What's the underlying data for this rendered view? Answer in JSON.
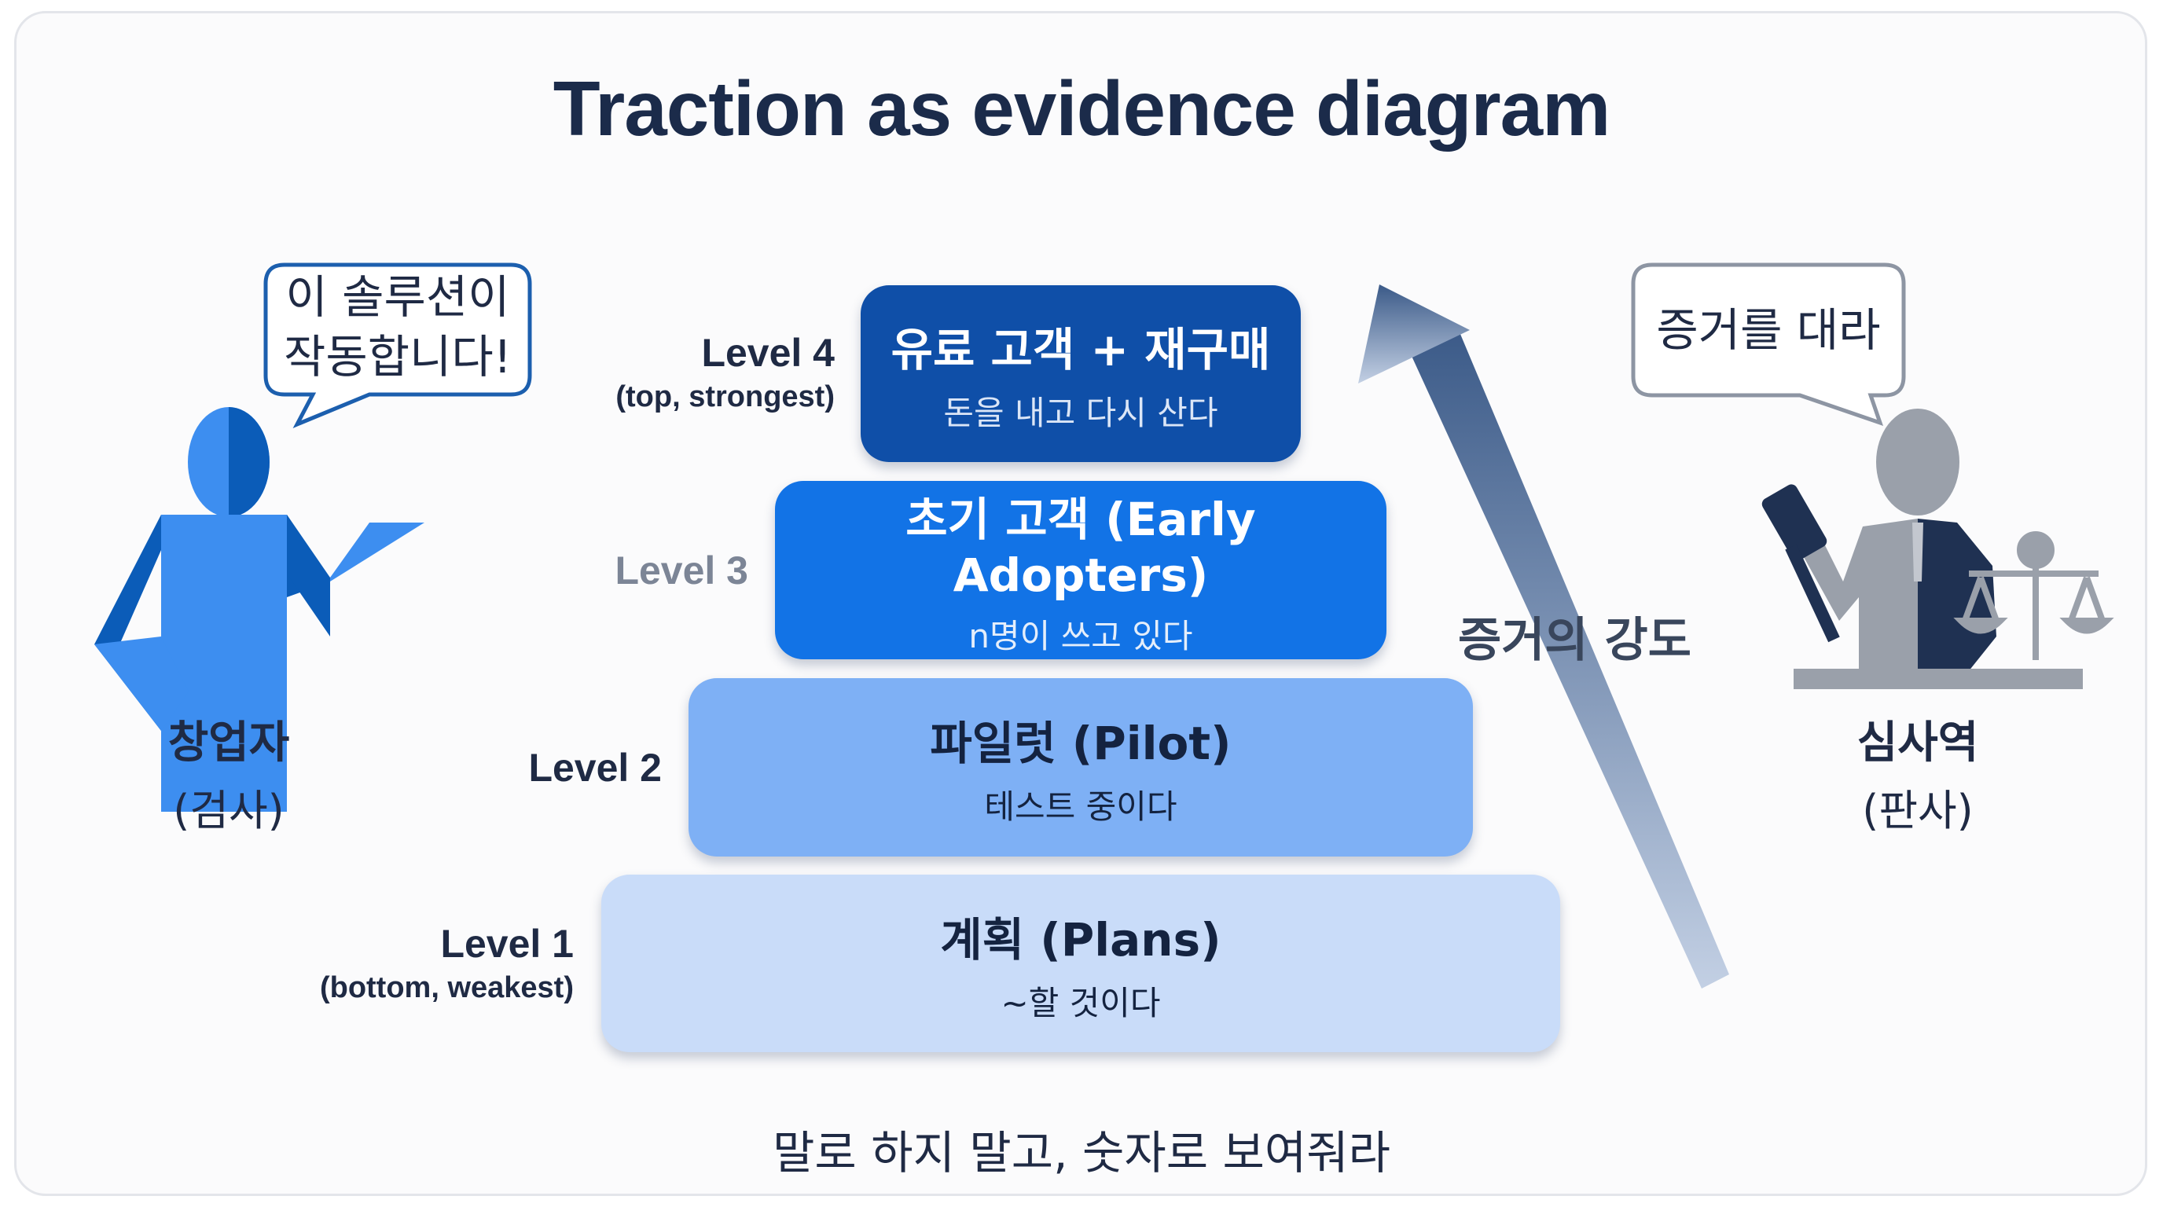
{
  "title": "Traction as evidence diagram",
  "founder": {
    "speech": [
      "이 솔루션이",
      "작동합니다!"
    ],
    "name": "창업자",
    "role": "(검사)",
    "color": "#3d8ef0"
  },
  "judge": {
    "speech": "증거를 대라",
    "name": "심사역",
    "role": "(판사)",
    "color": "#9aa0aa"
  },
  "arrow_label": "증거의 강도",
  "levels": [
    {
      "label": "Level 4",
      "note": "(top, strongest)",
      "title": "유료 고객 + 재구매",
      "desc": "돈을 내고 다시 산다",
      "color": "#0f4fa8"
    },
    {
      "label": "Level 3",
      "note": "",
      "title": "초기 고객 (Early Adopters)",
      "desc": "n명이 쓰고 있다",
      "color": "#1273e6"
    },
    {
      "label": "Level 2",
      "note": "",
      "title": "파일럿 (Pilot)",
      "desc": "테스트 중이다",
      "color": "#7eb0f5"
    },
    {
      "label": "Level 1",
      "note": "(bottom, weakest)",
      "title": "계획 (Plans)",
      "desc": "~할 것이다",
      "color": "#c9dcf9"
    }
  ],
  "footer": "말로 하지 말고, 숫자로 보여줘라"
}
